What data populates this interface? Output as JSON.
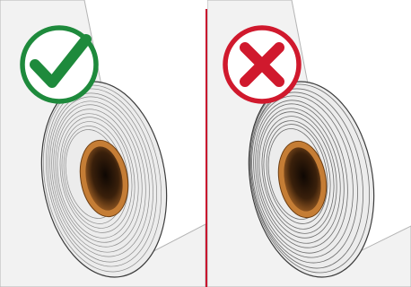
{
  "colors": {
    "correct": "#1e8a3c",
    "incorrect": "#d0192d",
    "divider": "#c8102e",
    "paper": "#f2f2f2",
    "paper_edge": "#b4b4b4",
    "roll_ring": "#8c8c8c",
    "roll_outline": "#3c3c3c",
    "core": "#c57d35",
    "core_inner": "#2a1708"
  },
  "panels": [
    {
      "id": "correct",
      "badge_icon": "checkmark-icon",
      "winding": "even"
    },
    {
      "id": "incorrect",
      "badge_icon": "cross-icon",
      "winding": "uneven"
    }
  ]
}
